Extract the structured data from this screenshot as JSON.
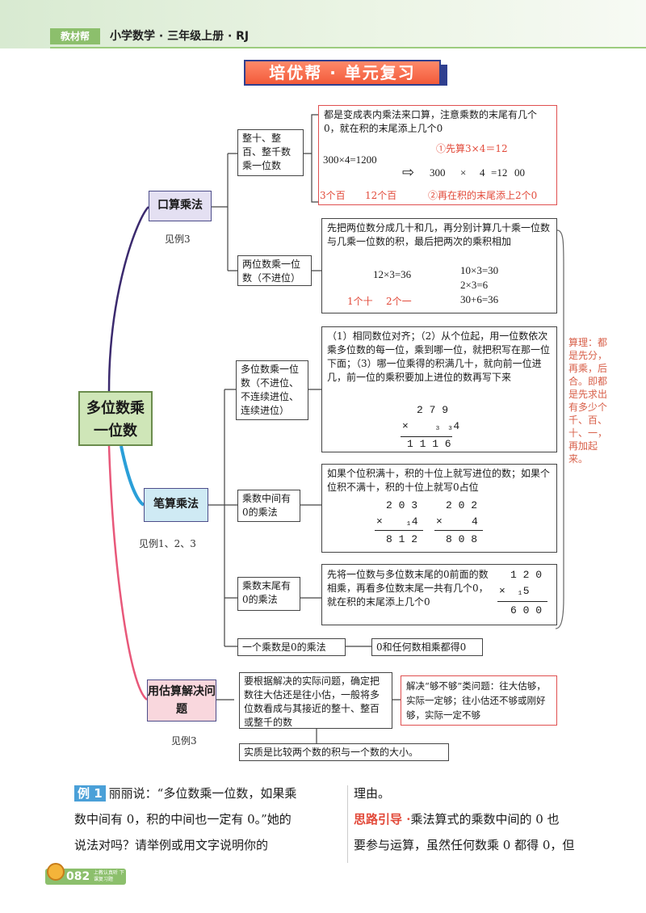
{
  "header": {
    "badge": "教材帮",
    "title": "小学数学 · 三年级上册 · RJ"
  },
  "banner": "培优帮 · 单元复习",
  "map": {
    "root": "多位数乘一位数",
    "branch_oral": {
      "label": "口算乘法",
      "see": "见例3",
      "sub1": "整十、整百、整千数乘一位数",
      "sub1_desc": "都是变成表内乘法来口算，注意乘数的末尾有几个0，就在积的末尾添上几个0",
      "sub1_eq": "300×4=1200",
      "sub1_arrow": "⇨",
      "sub1_step1": "①先算3×4＝12",
      "sub1_calc_a": "300",
      "sub1_times": "×",
      "sub1_calc_b": "4",
      "sub1_calc_eq": "=12",
      "sub1_calc_zero": "00",
      "sub1_step2": "②再在积的末尾添上2个0",
      "sub1_note_a": "3个百",
      "sub1_note_b": "12个百",
      "sub2": "两位数乘一位数（不进位）",
      "sub2_desc": "先把两位数分成几十和几，再分别计算几十乘一位数与几乘一位数的积，最后把两次的乘积相加",
      "sub2_eq": "12×3=36",
      "sub2_note_a": "1个十",
      "sub2_note_b": "2个一",
      "sub2_r1": "10×3=30",
      "sub2_r2": "2×3=6",
      "sub2_r3": "30+6=36"
    },
    "branch_written": {
      "label": "笔算乘法",
      "see": "见例1、2、3",
      "sub1": "多位数乘一位数（不进位、不连续进位、连续进位）",
      "sub1_desc": "（1）相同数位对齐；（2）从个位起，用一位数依次乘多位数的每一位，乘到哪一位，就把积写在那一位下面；（3）哪一位乘得的积满几十，就向前一位进几，前一位的乘积要加上进位的数再写下来",
      "v1_top": "2 7 9",
      "v1_times": "×",
      "v1_mid": "₃ ₃4",
      "v1_res": "1 1 1 6",
      "sub2": "乘数中间有0的乘法",
      "sub2_desc": "如果个位积满十，积的十位上就写进位的数；如果个位积不满十，积的十位上就写0占位",
      "v2_top": "2 0 3",
      "v2_mid": "₁4",
      "v2_res": "8 1 2",
      "v3_top": "2 0 2",
      "v3_mid": "4",
      "v3_res": "8 0 8",
      "sub3": "乘数末尾有0的乘法",
      "sub3_desc": "先将一位数与多位数末尾的0前面的数相乘，再看多位数末尾一共有几个0，就在积的末尾添上几个0",
      "v4_top": "1 2 0",
      "v4_mid": "₁5",
      "v4_res": "6 0 0",
      "sub4": "一个乘数是0的乘法",
      "sub4_desc": "0和任何数相乘都得0"
    },
    "side_note": "算理：都是先分，再乘，后合。即都是先求出有多少个千、百、十、一，再加起来。",
    "branch_est": {
      "label": "用估算解决问题",
      "see": "见例3",
      "desc1": "要根据解决的实际问题，确定把数往大估还是往小估，一般将多位数看成与其接近的整十、整百或整千的数",
      "desc2": "解决“够不够”类问题：往大估够，实际一定够；往小估还不够或刚好够，实际一定不够",
      "desc3": "实质是比较两个数的积与一个数的大小。"
    }
  },
  "example": {
    "tag": "例 1",
    "l1": "丽丽说：“多位数乘一位数，如果乘",
    "l2": "数中间有 0，积的中间也一定有 0。”她的",
    "l3": "说法对吗？请举例或用文字说明你的",
    "r1": "理由。",
    "hint_tag": "思路引导 ·",
    "r2": "乘法算式的乘数中间的 0 也",
    "r3": "要参与运算，虽然任何数乘 0 都得 0，但"
  },
  "footer": {
    "page": "082",
    "small": "上教认真听 下课复习题"
  },
  "colors": {
    "accent_green": "#8cbf6c",
    "banner_red": "#f25a3a",
    "root_green": "#cfe6b8",
    "note_red": "#e24a3a"
  }
}
